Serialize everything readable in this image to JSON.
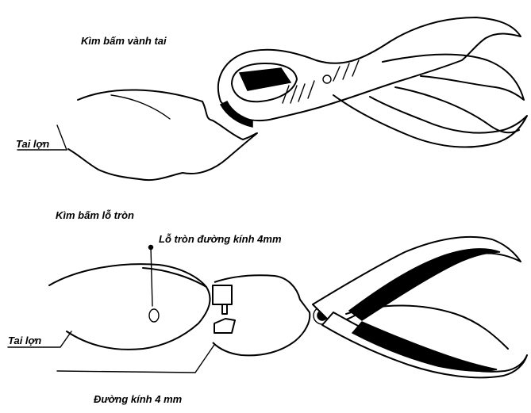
{
  "labels": {
    "notch_plier": "Kìm bấm vành tai",
    "ear_top": "Tai lợn",
    "round_plier": "Kìm bấm lỗ tròn",
    "hole_label": "Lỗ tròn đường kính 4mm",
    "ear_bottom": "Tai lợn",
    "diameter": "Đường kính 4 mm"
  },
  "colors": {
    "ink": "#000000",
    "paper": "#ffffff"
  }
}
